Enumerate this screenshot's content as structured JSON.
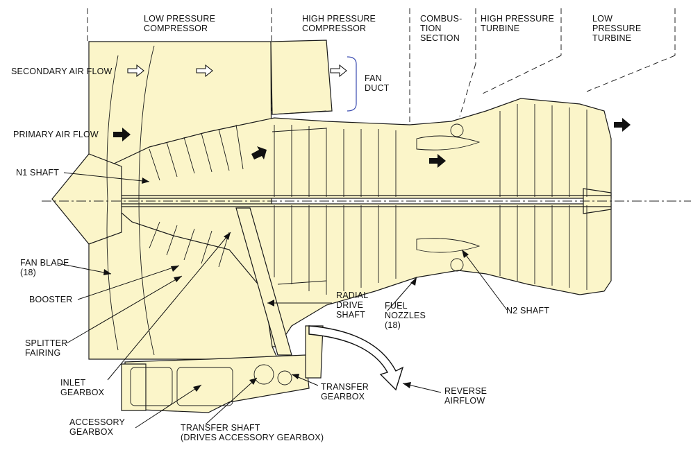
{
  "sections": {
    "low_pressure_compressor": "LOW PRESSURE\nCOMPRESSOR",
    "high_pressure_compressor": "HIGH PRESSURE\nCOMPRESSOR",
    "combustion_section": "COMBUS-\nTION\nSECTION",
    "high_pressure_turbine": "HIGH PRESSURE\nTURBINE",
    "low_pressure_turbine": "LOW\nPRESSURE\nTURBINE"
  },
  "callouts": {
    "secondary_air_flow": "SECONDARY AIR FLOW",
    "primary_air_flow": "PRIMARY AIR FLOW",
    "n1_shaft": "N1 SHAFT",
    "fan_blade": "FAN BLADE\n(18)",
    "booster": "BOOSTER",
    "splitter_fairing": "SPLITTER\nFAIRING",
    "inlet_gearbox": "INLET\nGEARBOX",
    "accessory_gearbox": "ACCESSORY\nGEARBOX",
    "transfer_shaft": "TRANSFER SHAFT\n(DRIVES ACCESSORY GEARBOX)",
    "fan_duct": "FAN\nDUCT",
    "radial_drive_shaft": "RADIAL\nDRIVE\nSHAFT",
    "fuel_nozzles": "FUEL\nNOZZLES\n(18)",
    "n2_shaft": "N2 SHAFT",
    "transfer_gearbox": "TRANSFER\nGEARBOX",
    "reverse_airflow": "REVERSE\nAIRFLOW"
  },
  "colors": {
    "engine_fill": "#fbf5c9",
    "line": "#1a1a1a",
    "bracket": "#3a4bb0"
  }
}
